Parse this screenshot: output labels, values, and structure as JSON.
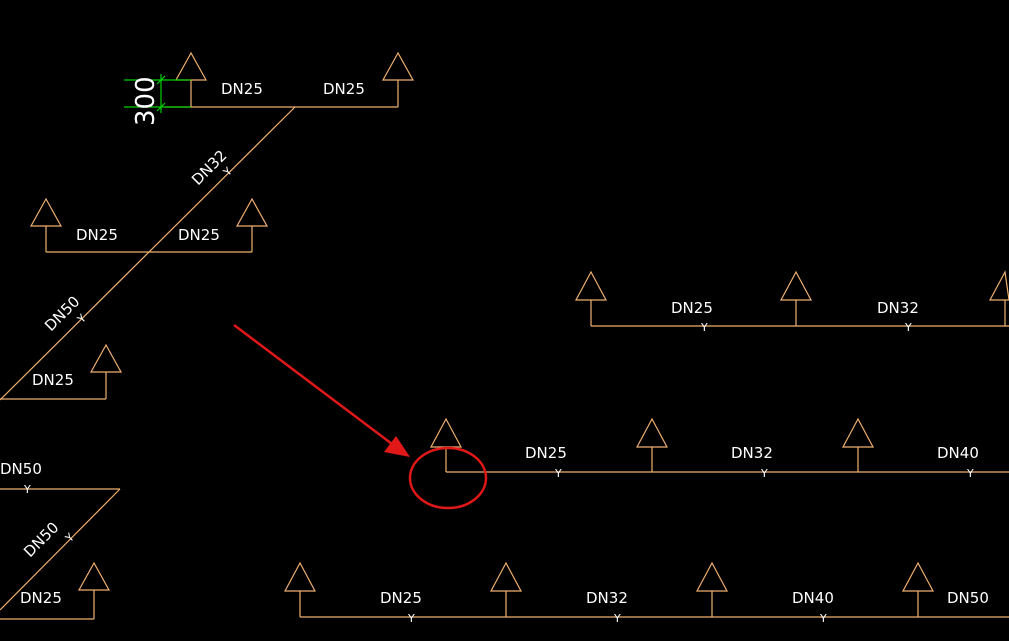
{
  "drawing": {
    "pipe_labels": {
      "dn25": "DN25",
      "dn32": "DN32",
      "dn40": "DN40",
      "dn50": "DN50"
    },
    "branch_marker": "Y",
    "dimension_value": "300"
  },
  "colors": {
    "background": "#000000",
    "pipe": "#f0b070",
    "text": "#ffffff",
    "dimension": "#00d000",
    "annotation": "#e01818"
  },
  "icons": {
    "sprinkler": "triangle-sprinkler-icon",
    "annotation_arrow": "red-arrow-icon",
    "annotation_circle": "red-circle-highlight"
  }
}
